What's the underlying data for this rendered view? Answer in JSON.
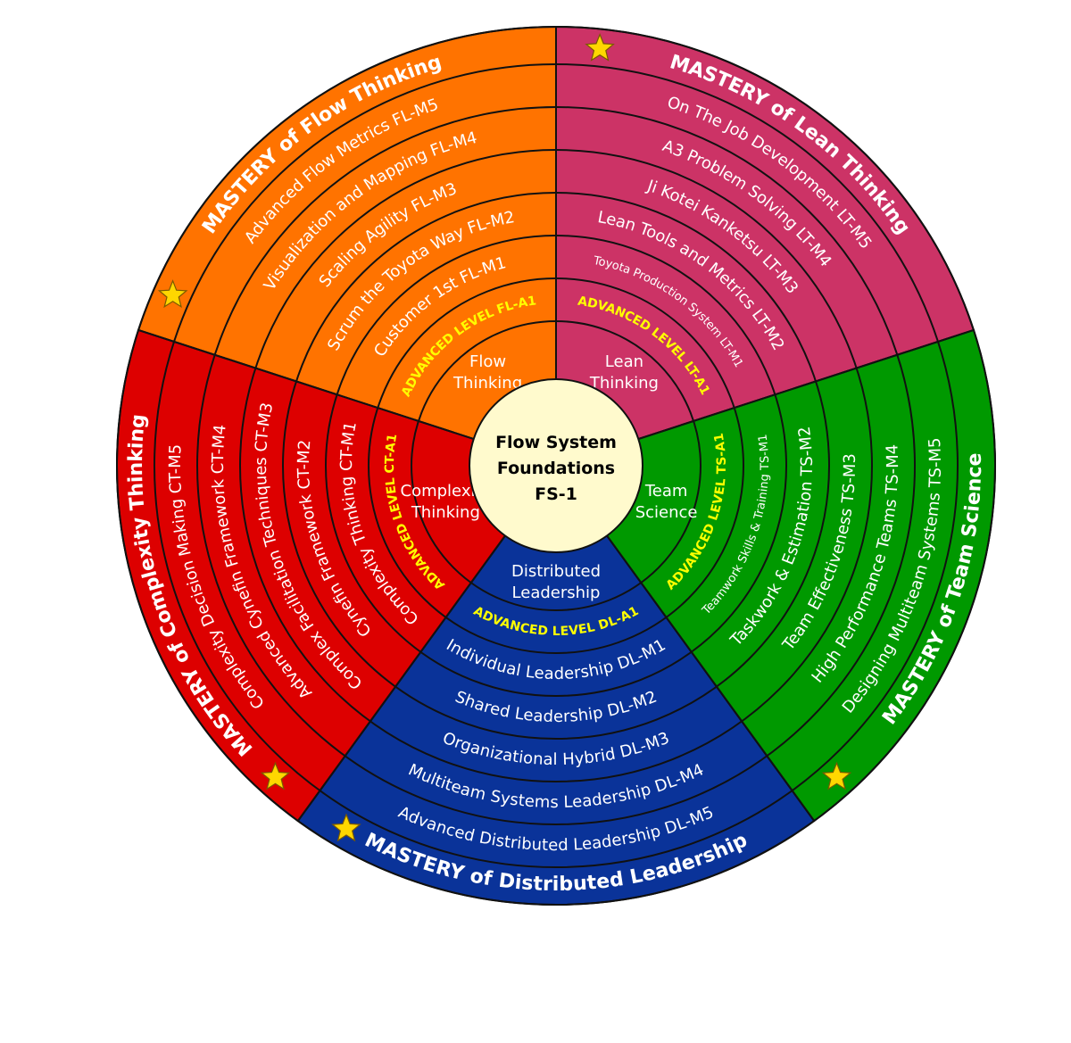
{
  "center": {
    "lines": [
      "Flow System",
      "Foundations",
      "FS-1"
    ],
    "fill": "#FFFACD"
  },
  "colors": {
    "accent_text": "#FFFF00",
    "label_text": "#FFFFFF",
    "star": "#FFD700"
  },
  "sectors": [
    {
      "key": "flow",
      "color": "#FF7300",
      "mastery": "MASTERY of Flow Thinking",
      "advanced": "ADVANCED LEVEL FL-A1",
      "intro": [
        "Flow",
        "Thinking"
      ],
      "courses": [
        "Customer 1st FL-M1",
        "Scrum the Toyota Way FL-M2",
        "Scaling Agility FL-M3",
        "Visualization and Mapping FL-M4",
        "Advanced Flow Metrics FL-M5"
      ],
      "icon": "star-icon"
    },
    {
      "key": "lean",
      "color": "#CC3366",
      "mastery": "MASTERY of Lean Thinking",
      "advanced": "ADVANCED LEVEL LT-A1",
      "intro": [
        "Lean",
        "Thinking"
      ],
      "courses": [
        "Toyota Production System LT-M1",
        "Lean Tools and Metrics LT-M2",
        "Ji Kotei Kanketsu LT-M3",
        "A3 Problem Solving LT-M4",
        "On The Job Development LT-M5"
      ],
      "icon": "star-icon"
    },
    {
      "key": "team",
      "color": "#009900",
      "mastery": "MASTERY of Team Science",
      "advanced": "ADVANCED LEVEL TS-A1",
      "intro": [
        "Team",
        "Science"
      ],
      "courses": [
        "Teamwork Skills & Training TS-M1",
        "Taskwork & Estimation TS-M2",
        "Team Effectiveness TS-M3",
        "High Performance Teams TS-M4",
        "Designing Multiteam Systems TS-M5"
      ],
      "icon": "star-icon"
    },
    {
      "key": "leadership",
      "color": "#0A3399",
      "mastery": "MASTERY of Distributed Leadership",
      "advanced": "ADVANCED LEVEL DL-A1",
      "intro": [
        "Distributed",
        "Leadership"
      ],
      "courses": [
        "Individual Leadership DL-M1",
        "Shared Leadership DL-M2",
        "Organizational Hybrid DL-M3",
        "Multiteam Systems Leadership DL-M4",
        "Advanced Distributed Leadership DL-M5"
      ],
      "icon": "star-icon"
    },
    {
      "key": "complexity",
      "color": "#DD0000",
      "mastery": "MASTERY of Complexity Thinking",
      "advanced": "ADVANCED LEVEL CT-A1",
      "intro": [
        "Complexity",
        "Thinking"
      ],
      "courses": [
        "Complexity Thinking CT-M1",
        "Cynefin Framework CT-M2",
        "Complex Facilitation Techniques CT-M3",
        "Advanced Cynefin Framework CT-M4",
        "Complexity Decision Making CT-M5"
      ],
      "icon": "star-icon"
    }
  ]
}
